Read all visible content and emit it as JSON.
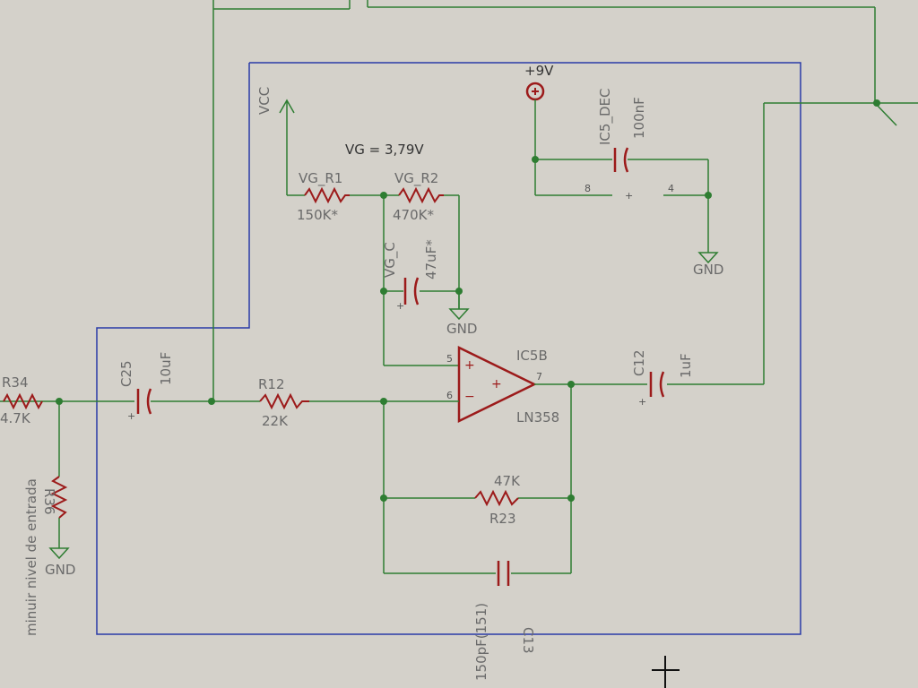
{
  "labels": {
    "vg_note": "VG = 3,79V",
    "vcc": "VCC",
    "supply": "+9V",
    "r1_name": "VG_R1",
    "r1_value": "150K*",
    "r2_name": "VG_R2",
    "r2_value": "470K*",
    "cvg_name": "VG_C",
    "cvg_value": "47uF*",
    "gnd_a": "GND",
    "gnd_b": "GND",
    "gnd_c": "GND",
    "decoupling_name": "IC5_DEC",
    "decoupling_value": "100nF",
    "pin8": "8",
    "pin4": "4",
    "power_plus": "+",
    "opamp_name": "IC5B",
    "opamp_value": "LN358",
    "pin5": "5",
    "pin6": "6",
    "pin7": "7",
    "in_plus": "+",
    "in_minus": "−",
    "c12_name": "C12",
    "c12_value": "1uF",
    "c25_name": "C25",
    "c25_value": "10uF",
    "r12_name": "R12",
    "r12_value": "22K",
    "r34_name": "R34",
    "r34_value": "4.7K",
    "r36_name": "R36",
    "r23_name": "R23",
    "r23_value": "47K",
    "c13_name": "C13",
    "c13_value": "150pF(151)",
    "side_note": "minuir nivel de entrada",
    "pol_plus": "+"
  },
  "colors": {
    "wire": "#2e7d32",
    "frame": "#2a3aa8",
    "component": "#9c1a1a",
    "background": "#d4d1ca"
  }
}
